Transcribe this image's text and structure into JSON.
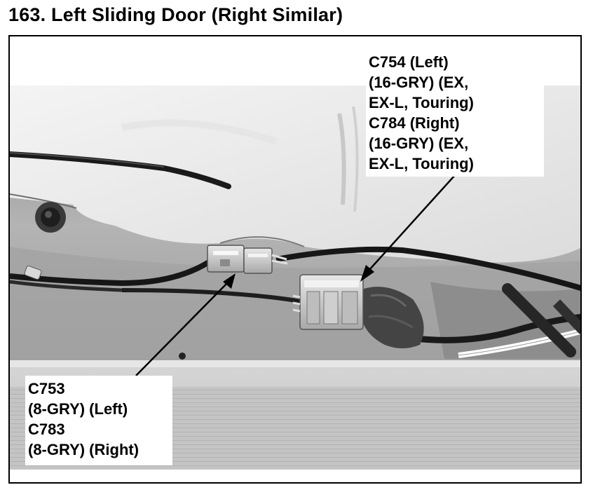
{
  "figure": {
    "title": "163. Left Sliding Door (Right Similar)"
  },
  "callouts": {
    "upper": {
      "lines": [
        "C754 (Left)",
        "(16-GRY) (EX,",
        "EX-L, Touring)",
        "C784 (Right)",
        "(16-GRY) (EX,",
        "EX-L, Touring)"
      ]
    },
    "lower": {
      "lines": [
        "C753",
        "(8-GRY) (Left)",
        "C783",
        "(8-GRY) (Right)"
      ]
    }
  }
}
